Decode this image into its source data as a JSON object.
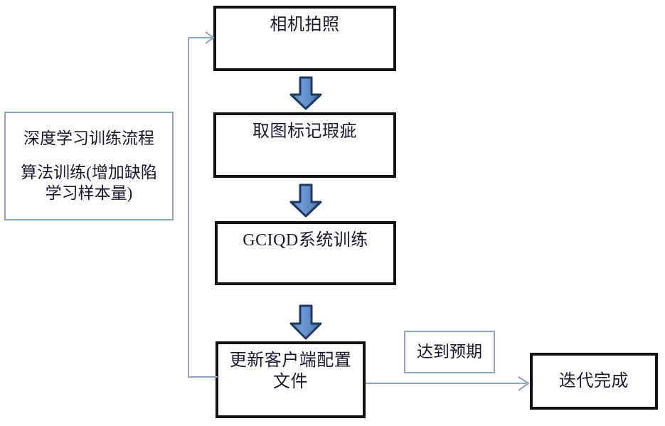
{
  "diagram": {
    "title_absent": true,
    "colors": {
      "box_border": "#111111",
      "note_border": "#8ca4c4",
      "text": "#1a1a2e",
      "arrow_fill_light": "#6f9cd8",
      "arrow_fill_dark": "#3f6fa8",
      "arrow_stroke": "#1f3a5f",
      "connector": "#8ca4c4",
      "background": "#ffffff"
    },
    "note": {
      "line1": "深度学习训练流程",
      "line2": "算法训练(增加缺陷\n学习样本量)"
    },
    "steps": [
      {
        "id": "step-1",
        "label": "相机拍照"
      },
      {
        "id": "step-2",
        "label": "取图标记瑕疵"
      },
      {
        "id": "step-3",
        "label": "GCIQD系统训练"
      },
      {
        "id": "step-4",
        "label": "更新客户端配置\n文件"
      }
    ],
    "condition": {
      "label": "达到预期"
    },
    "terminal": {
      "label": "迭代完成"
    },
    "arrows": [
      {
        "id": "arrow-1-2",
        "from": "step-1",
        "to": "step-2",
        "kind": "block-arrow-down"
      },
      {
        "id": "arrow-2-3",
        "from": "step-2",
        "to": "step-3",
        "kind": "block-arrow-down"
      },
      {
        "id": "arrow-3-4",
        "from": "step-3",
        "to": "step-4",
        "kind": "block-arrow-down"
      },
      {
        "id": "arrow-feedback",
        "from": "step-4",
        "to": "step-1",
        "kind": "line-arrow-loop"
      },
      {
        "id": "arrow-4-terminal",
        "from": "step-4",
        "to": "terminal",
        "kind": "line-arrow-right"
      }
    ]
  }
}
